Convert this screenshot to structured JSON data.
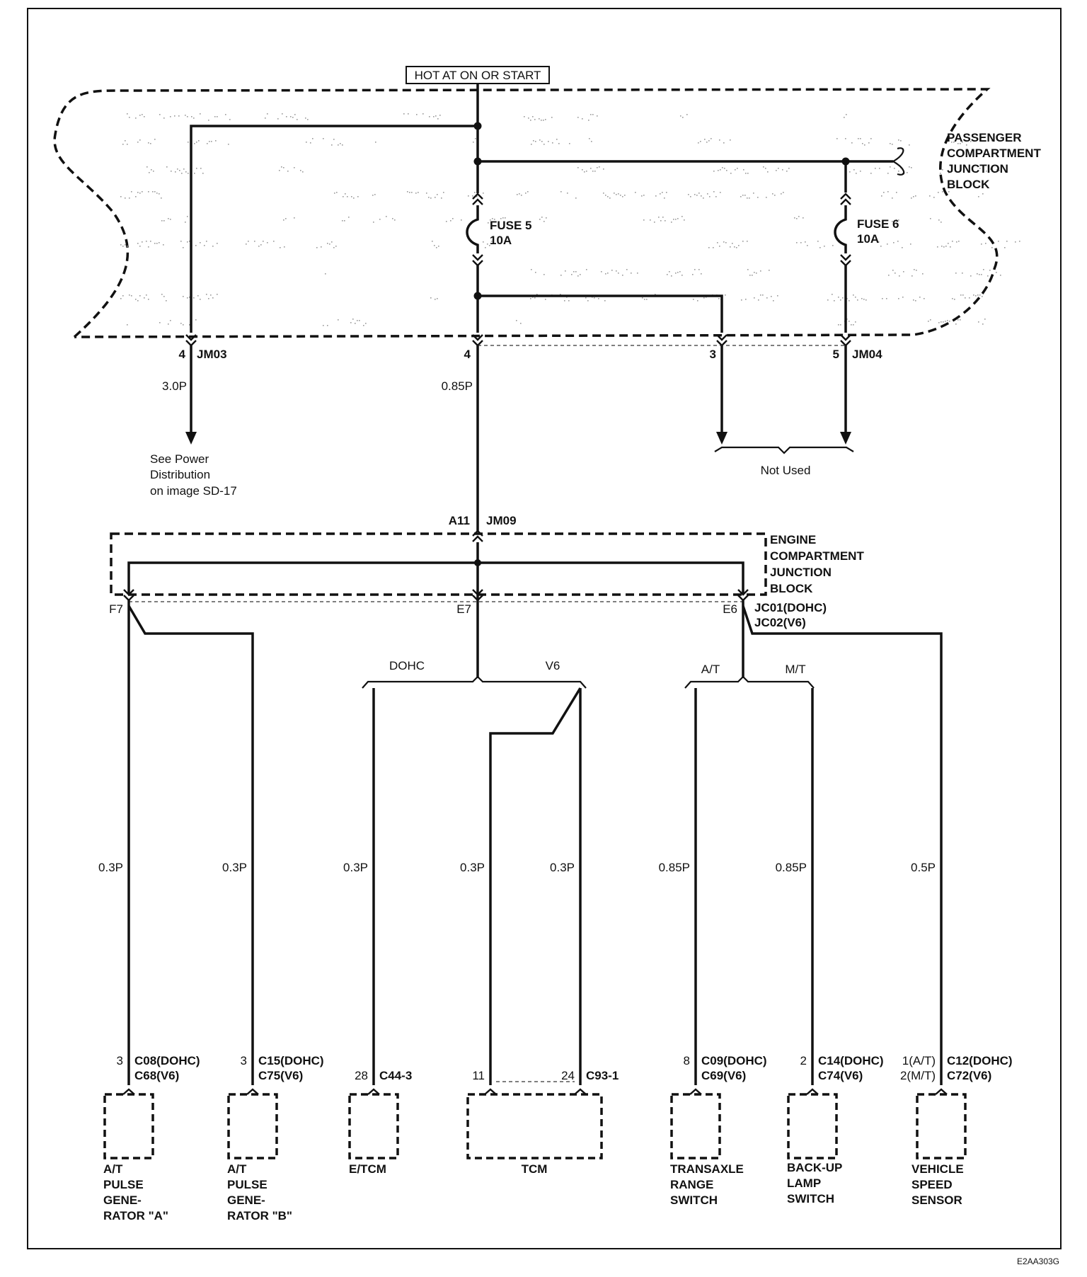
{
  "header": {
    "power_label": "HOT AT ON OR START"
  },
  "passenger_block": {
    "label_lines": [
      "PASSENGER",
      "COMPARTMENT",
      "JUNCTION",
      "BLOCK"
    ]
  },
  "fuses": [
    {
      "lines": [
        "FUSE 5",
        "10A"
      ]
    },
    {
      "lines": [
        "FUSE 6",
        "10A"
      ]
    }
  ],
  "jm_connectors": {
    "jm03_pin": "4",
    "jm03_name": "JM03",
    "main_pin": "4",
    "unused_pin": "3",
    "jm04_pin": "5",
    "jm04_name": "JM04"
  },
  "wire_labels": {
    "jm03_wire": "3.0P",
    "main_wire": "0.85P",
    "pulse_a": "0.3P",
    "pulse_b": "0.3P",
    "etcm": "0.3P",
    "tcm_11": "0.3P",
    "tcm_24": "0.3P",
    "range_switch": "0.85P",
    "backup_lamp": "0.85P",
    "speed_sensor": "0.5P"
  },
  "notes": {
    "see_power_lines": [
      "See Power",
      "Distribution",
      "on image SD-17"
    ],
    "not_used": "Not Used"
  },
  "engine_block": {
    "input_pin": "A11",
    "input_connector": "JM09",
    "label_lines": [
      "ENGINE",
      "COMPARTMENT",
      "JUNCTION",
      "BLOCK"
    ],
    "pin_f7": "F7",
    "pin_e7": "E7",
    "pin_e6": "E6",
    "e6_connector_lines": [
      "JC01(DOHC)",
      "JC02(V6)"
    ]
  },
  "branches": {
    "dohc": "DOHC",
    "v6": "V6",
    "at": "A/T",
    "mt": "M/T"
  },
  "components": [
    {
      "pin": "3",
      "conn_lines": [
        "C08(DOHC)",
        "C68(V6)"
      ],
      "name_lines": [
        "A/T",
        "PULSE",
        "GENE-",
        "RATOR \"A\""
      ]
    },
    {
      "pin": "3",
      "conn_lines": [
        "C15(DOHC)",
        "C75(V6)"
      ],
      "name_lines": [
        "A/T",
        "PULSE",
        "GENE-",
        "RATOR \"B\""
      ]
    },
    {
      "pin": "28",
      "conn_lines": [
        "C44-3"
      ],
      "name_lines": [
        "E/TCM"
      ]
    },
    {
      "pin_left": "11",
      "pin_right": "24",
      "conn_lines": [
        "C93-1"
      ],
      "name_lines": [
        "TCM"
      ]
    },
    {
      "pin": "8",
      "conn_lines": [
        "C09(DOHC)",
        "C69(V6)"
      ],
      "name_lines": [
        "TRANSAXLE",
        "RANGE",
        "SWITCH"
      ]
    },
    {
      "pin": "2",
      "conn_lines": [
        "C14(DOHC)",
        "C74(V6)"
      ],
      "name_lines": [
        "BACK-UP",
        "LAMP",
        "SWITCH"
      ]
    },
    {
      "pin_lines": [
        "1(A/T)",
        "2(M/T)"
      ],
      "conn_lines": [
        "C12(DOHC)",
        "C72(V6)"
      ],
      "name_lines": [
        "VEHICLE",
        "SPEED",
        "SENSOR"
      ]
    }
  ],
  "footer": {
    "figure_id": "E2AA303G"
  }
}
